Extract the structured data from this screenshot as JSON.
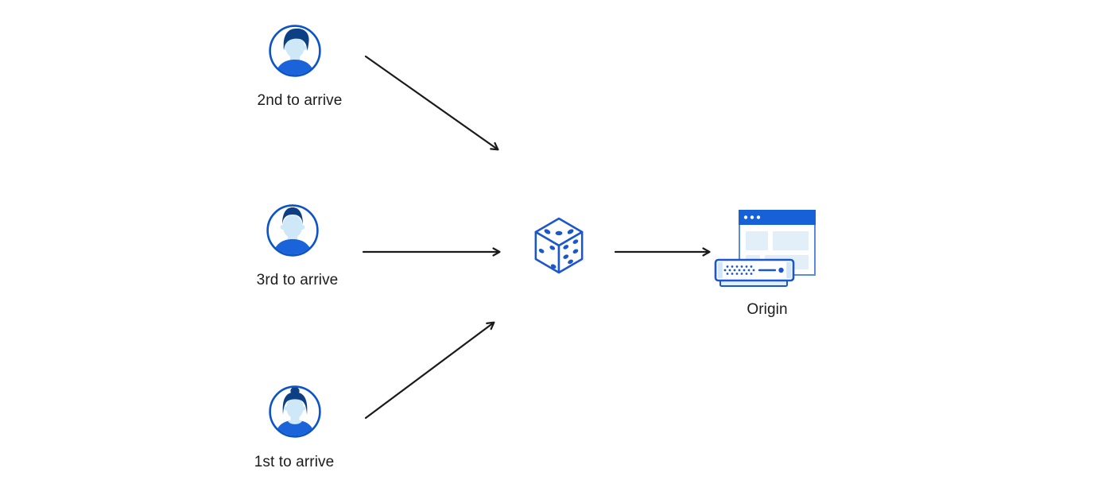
{
  "diagram": {
    "description": "Three clients send requests in arrival order to a randomizing dice which forwards to the origin server",
    "clients": [
      {
        "id": "second",
        "label": "2nd to arrive",
        "icon": "user-avatar-male-swept-hair-icon"
      },
      {
        "id": "third",
        "label": "3rd to arrive",
        "icon": "user-avatar-male-short-hair-icon"
      },
      {
        "id": "first",
        "label": "1st to arrive",
        "icon": "user-avatar-female-bun-icon"
      }
    ],
    "randomizer": {
      "id": "randomizer",
      "icon": "dice-icon"
    },
    "origin": {
      "id": "origin",
      "label": "Origin",
      "icon": "origin-server-browser-icon"
    },
    "edges": [
      {
        "from": "second",
        "to": "randomizer"
      },
      {
        "from": "third",
        "to": "randomizer"
      },
      {
        "from": "first",
        "to": "randomizer"
      },
      {
        "from": "randomizer",
        "to": "origin"
      }
    ],
    "colors": {
      "primary_blue": "#1c56cf",
      "avatar_ring_blue": "#0b53c8",
      "hair_dark_blue": "#0d3f85",
      "shirt_blue": "#1a63d9",
      "face_light_blue": "#cfe8f7",
      "pale_block_blue": "#e2eef8",
      "titlebar_blue": "#1660d8",
      "server_cap_blue": "#cfe7f8",
      "server_base_blue": "#dff0fb",
      "arrow_black": "#1a1a1a",
      "text_black": "#1c1c1e"
    }
  }
}
